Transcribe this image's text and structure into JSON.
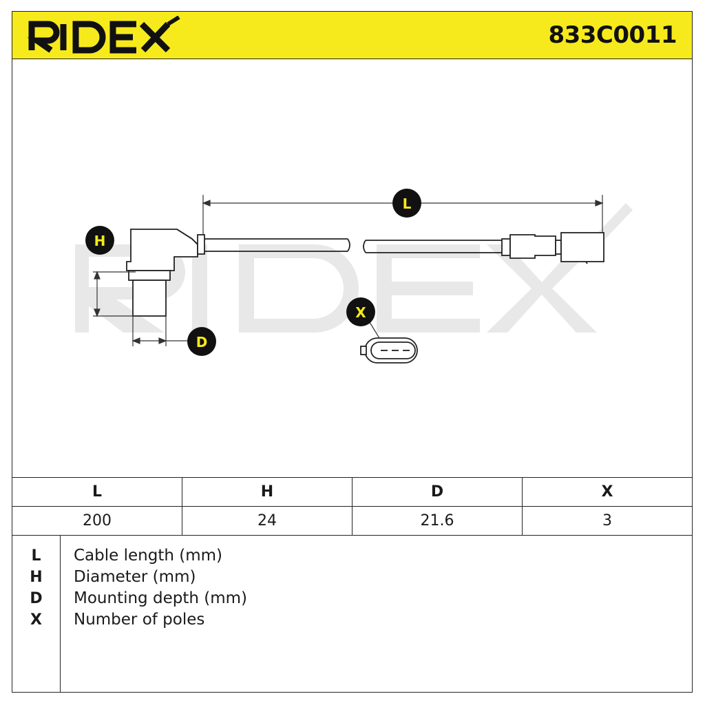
{
  "header": {
    "brand": "RIDEX",
    "part_number": "833C0011",
    "accent_color": "#f7ea1c"
  },
  "diagram": {
    "callouts": {
      "L": "L",
      "H": "H",
      "D": "D",
      "X": "X"
    },
    "watermark": "RIDEX"
  },
  "specs": {
    "headers": [
      "L",
      "H",
      "D",
      "X"
    ],
    "values": [
      "200",
      "24",
      "21.6",
      "3"
    ]
  },
  "legend": [
    {
      "key": "L",
      "text": "Cable length (mm)"
    },
    {
      "key": "H",
      "text": "Diameter (mm)"
    },
    {
      "key": "D",
      "text": "Mounting depth (mm)"
    },
    {
      "key": "X",
      "text": "Number of poles"
    }
  ]
}
